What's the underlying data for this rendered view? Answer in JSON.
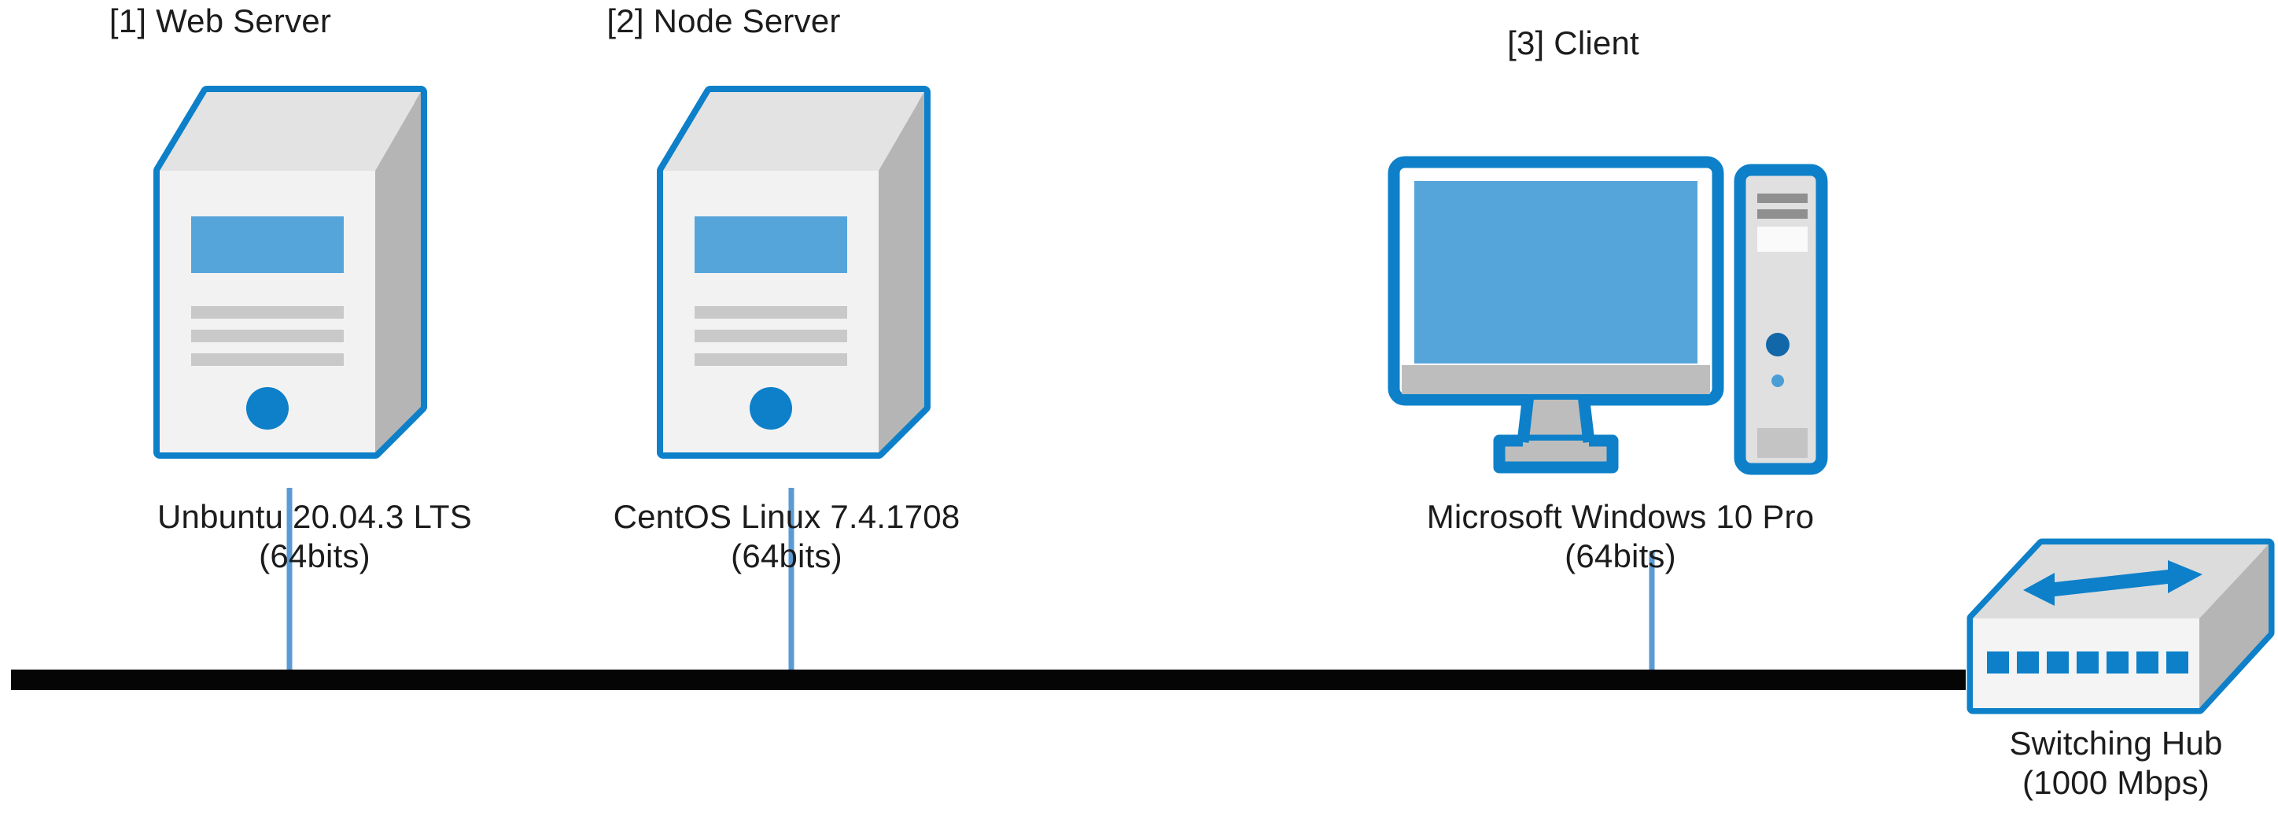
{
  "diagram": {
    "type": "network-topology",
    "background": "#ffffff",
    "colors": {
      "accent_blue": "#0d80c9",
      "screen_blue": "#55a5db",
      "port_blue": "#0d80c9",
      "dark_blue_dot": "#1267a8",
      "face_light": "#f2f2f2",
      "face_top": "#e3e3e3",
      "face_side": "#b5b5b5",
      "bar_gray": "#c9c9c9",
      "bus_black": "#050505",
      "link_blue": "#5b9bd5",
      "text": "#1c1c1c"
    },
    "nodes": [
      {
        "id": "web-server",
        "title": "[1] Web Server",
        "icon": "server-tower-icon",
        "os_name": "Unbuntu 20.04.3 LTS",
        "os_arch": "(64bits)"
      },
      {
        "id": "node-server",
        "title": "[2] Node Server",
        "icon": "server-tower-icon",
        "os_name": "CentOS Linux 7.4.1708",
        "os_arch": "(64bits)"
      },
      {
        "id": "client",
        "title": "[3] Client",
        "icon": "desktop-computer-icon",
        "os_name": "Microsoft Windows 10 Pro",
        "os_arch": "(64bits)"
      }
    ],
    "switch": {
      "id": "switching-hub",
      "icon": "switching-hub-icon",
      "name": "Switching Hub",
      "speed": "(1000 Mbps)",
      "port_count": 7
    },
    "bus": {
      "label": "",
      "style": "solid-black-backbone"
    }
  }
}
